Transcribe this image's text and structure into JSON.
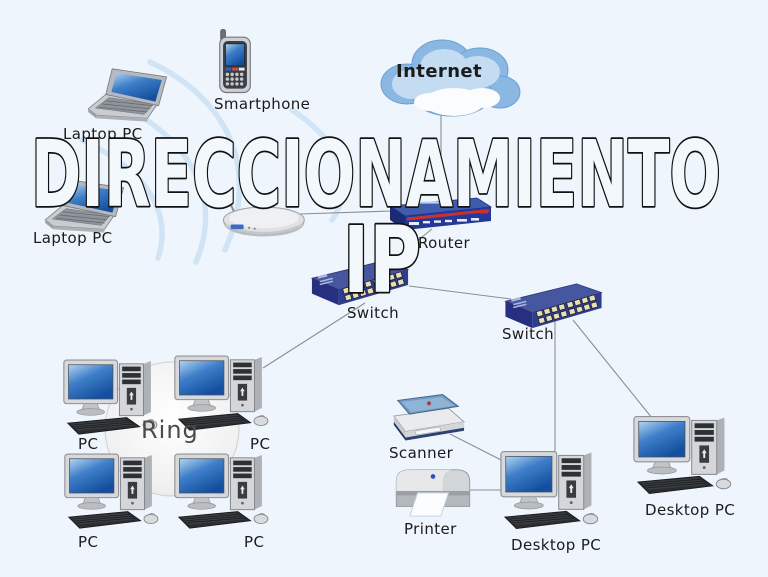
{
  "title": {
    "line1": "DIRECCIONAMIENTO",
    "line2": "IP"
  },
  "labels": {
    "internet": "Internet",
    "smartphone": "Smartphone",
    "laptop_top": "Laptop PC",
    "laptop_bottom": "Laptop PC",
    "router": "Router",
    "switch_left": "Switch",
    "switch_right": "Switch",
    "ring": "Ring",
    "pc_top_left": "PC",
    "pc_top_right": "PC",
    "pc_bottom_left": "PC",
    "pc_bottom_right": "PC",
    "scanner": "Scanner",
    "printer": "Printer",
    "desktop_middle": "Desktop PC",
    "desktop_right": "Desktop PC"
  },
  "colors": {
    "background": "#eff5fc",
    "connection_line": "#8a8f94",
    "title_outline": "#111111",
    "title_fill": "#f3f8fd",
    "device_navy": "#2f3d91",
    "router_blue": "#24379a",
    "router_stripe_red": "#c8322e",
    "screen_blue": "#1a5cae",
    "cloud_blue": "#8ab8e2",
    "wifi_arc_blue": "#cde3f5",
    "ring_gray": "#d8d8d8"
  }
}
